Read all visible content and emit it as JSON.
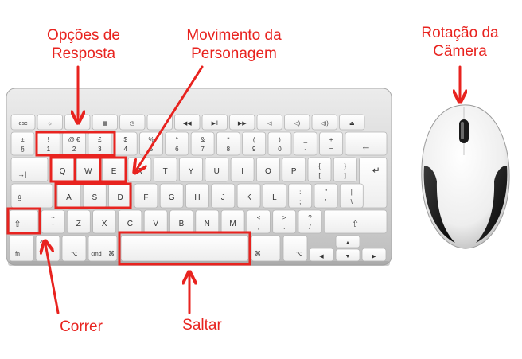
{
  "callouts": {
    "response_options_line1": "Opções de",
    "response_options_line2": "Resposta",
    "character_movement_line1": "Movimento da",
    "character_movement_line2": "Personagem",
    "camera_rotation_line1": "Rotação da",
    "camera_rotation_line2": "Câmera",
    "run": "Correr",
    "jump": "Saltar"
  },
  "keyboard": {
    "row0": [
      "esc",
      "☼",
      "☀",
      "▦",
      "◷",
      "",
      "◀◀",
      "▶‖",
      "▶▶",
      "◁",
      "◁)",
      "◁))",
      "⏏"
    ],
    "row1_top": [
      "±",
      "!",
      "@ €",
      "£",
      "$",
      "%",
      "^",
      "&",
      "*",
      "(",
      ")",
      "_",
      "+",
      ""
    ],
    "row1_bottom": [
      "§",
      "1",
      "2",
      "3",
      "4",
      "5",
      "6",
      "7",
      "8",
      "9",
      "0",
      "-",
      "=",
      "←"
    ],
    "tab": "→|",
    "row2": [
      "Q",
      "W",
      "E",
      "R",
      "T",
      "Y",
      "U",
      "I",
      "O",
      "P"
    ],
    "row2_punct_top": [
      "{",
      "}"
    ],
    "row2_punct_bottom": [
      "[",
      "]"
    ],
    "enter": "↵",
    "caps": "⇪",
    "row3": [
      "A",
      "S",
      "D",
      "F",
      "G",
      "H",
      "J",
      "K",
      "L"
    ],
    "row3_punct_top": [
      ":",
      "\"",
      "|"
    ],
    "row3_punct_bottom": [
      ";",
      "'",
      "\\"
    ],
    "shift": "⇧",
    "row4_punct_top_left": "~",
    "row4_punct_bottom_left": "`",
    "row4": [
      "Z",
      "X",
      "C",
      "V",
      "B",
      "N",
      "M"
    ],
    "row4_punct_top": [
      "<",
      ">",
      "?"
    ],
    "row4_punct_bottom": [
      ",",
      ".",
      "/"
    ],
    "fn": "fn",
    "ctrl": "^",
    "alt": "⌥",
    "cmd": "cmd",
    "cmd_symbol": "⌘",
    "arrow_up": "▲",
    "arrow_left": "◀",
    "arrow_down": "▼",
    "arrow_right": "▶"
  },
  "colors": {
    "annotation": "#e8231f",
    "keyboard_body": "#dcdcdc",
    "key_face": "#fafafa",
    "mouse_black": "#111111"
  }
}
